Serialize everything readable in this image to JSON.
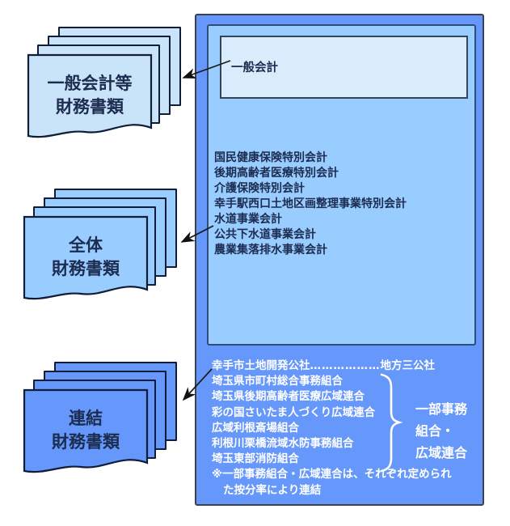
{
  "stacks": [
    {
      "label_line1": "一般会計等",
      "label_line2": "財務書類"
    },
    {
      "label_line1": "全体",
      "label_line2": "財務書類"
    },
    {
      "label_line1": "連結",
      "label_line2": "財務書類"
    }
  ],
  "panel": {
    "general_account_label": "一般会計",
    "special_accounts": [
      "国民健康保険特別会計",
      "後期高齢者医療特別会計",
      "介護保険特別会計",
      "幸手駅西口土地区画整理事業特別会計",
      "水道事業会計",
      "公共下水道事業会計",
      "農業集落排水事業会計"
    ],
    "consolidated": {
      "first_org": "幸手市土地開発公社",
      "dots": "………………",
      "first_tag": "地方三公社",
      "orgs": [
        "埼玉県市町村総合事務組合",
        "埼玉県後期高齢者医療広域連合",
        "彩の国さいたま人づくり広域連合",
        "広域利根斎場組合",
        "利根川栗橋流域水防事務組合",
        "埼玉東部消防組合"
      ],
      "brace_label_line1": "一部事務",
      "brace_label_line2": "組合・",
      "brace_label_line3": "広域連合",
      "note_line1": "※一部事務組合・広域連合は、それぞれ定められ",
      "note_line2": "た按分率により連結"
    }
  },
  "colors": {
    "outer_panel": "#6697FA",
    "middle_panel": "#99CCFF",
    "inner_box": "#D9ECFB",
    "stack_general": "#C9E4F8",
    "stack_whole": "#99CCFF",
    "stack_consolidated": "#6697FA",
    "dark_text": "#1C2C50",
    "white_text": "#FFFFFF"
  }
}
